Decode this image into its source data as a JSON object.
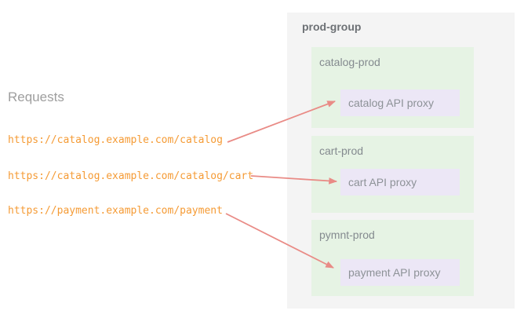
{
  "left": {
    "heading": "Requests",
    "requests": [
      {
        "url": "https://catalog.example.com/catalog"
      },
      {
        "url": "https://catalog.example.com/catalog/cart"
      },
      {
        "url": "https://payment.example.com/payment"
      }
    ]
  },
  "group": {
    "title": "prod-group",
    "environments": [
      {
        "name": "catalog-prod",
        "proxy": "catalog API proxy"
      },
      {
        "name": "cart-prod",
        "proxy": "cart API proxy"
      },
      {
        "name": "pymnt-prod",
        "proxy": "payment API proxy"
      }
    ]
  },
  "arrows": [
    {
      "name": "arrow-catalog",
      "from": "https://catalog.example.com/catalog",
      "to": "catalog API proxy"
    },
    {
      "name": "arrow-cart",
      "from": "https://catalog.example.com/catalog/cart",
      "to": "cart API proxy"
    },
    {
      "name": "arrow-payment",
      "from": "https://payment.example.com/payment",
      "to": "payment API proxy"
    }
  ],
  "colors": {
    "panel_bg": "#f4f4f4",
    "environment_bg": "#e6f3e4",
    "proxy_bg": "#ece7f6",
    "arrow": "#e98b86",
    "url_text": "#f59b35",
    "heading_text": "#9e9e9e",
    "group_title_text": "#6d7175",
    "env_label_text": "#848a8f",
    "proxy_label_text": "#8d9297"
  }
}
